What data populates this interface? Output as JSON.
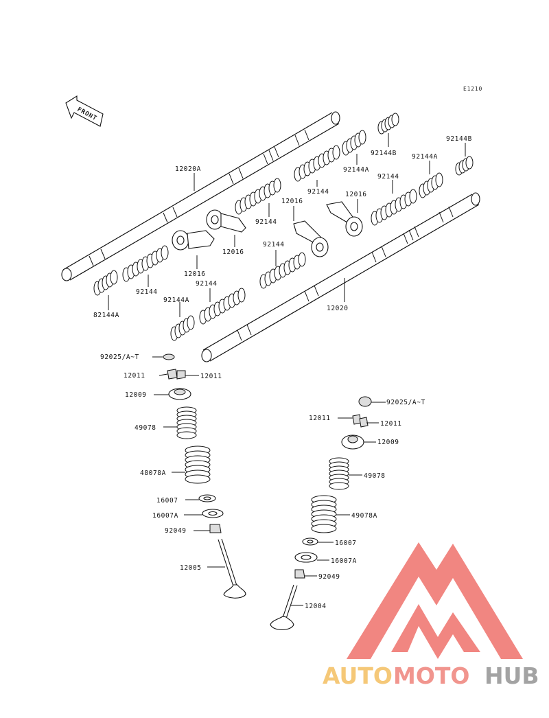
{
  "diagram_code": "E1210",
  "front_label": "FRONT",
  "labels": {
    "shaft_left": "12020A",
    "shaft_right": "12020",
    "arm_a": "12016",
    "arm_b": "12016",
    "arm_c": "12016",
    "arm_d": "12016",
    "spring_top_1": "92144B",
    "spring_top_2": "92144A",
    "spring_top_3": "92144",
    "spring_top_4": "92144A",
    "spring_top_5": "92144",
    "spring_top_6": "92144B",
    "spring_mid_1": "92144",
    "spring_mid_2": "92144",
    "spring_low_1": "92144",
    "spring_low_2": "82144A",
    "spring_low_3": "92144A",
    "spring_low_4": "92144",
    "l_shim": "92025/A~T",
    "l_keeper_l": "12011",
    "l_keeper_r": "12011",
    "l_retainer": "12009",
    "l_spring_inner": "49078",
    "l_spring_outer": "48078A",
    "l_seat": "16007",
    "l_seat_a": "16007A",
    "l_seal": "92049",
    "l_valve": "12005",
    "r_shim": "92025/A~T",
    "r_keeper_l": "12011",
    "r_keeper_r": "12011",
    "r_retainer": "12009",
    "r_spring_inner": "49078",
    "r_spring_outer": "49078A",
    "r_seat": "16007",
    "r_seat_a": "16007A",
    "r_seal": "92049",
    "r_valve": "12004"
  },
  "watermark": {
    "part1": "AUTO",
    "part2": "MOTO",
    "part3": "HUB",
    "color_auto": "#f5c36a",
    "color_moto": "#f08a82",
    "color_hub": "#9a9a9a",
    "color_logo": "#f07a74"
  }
}
